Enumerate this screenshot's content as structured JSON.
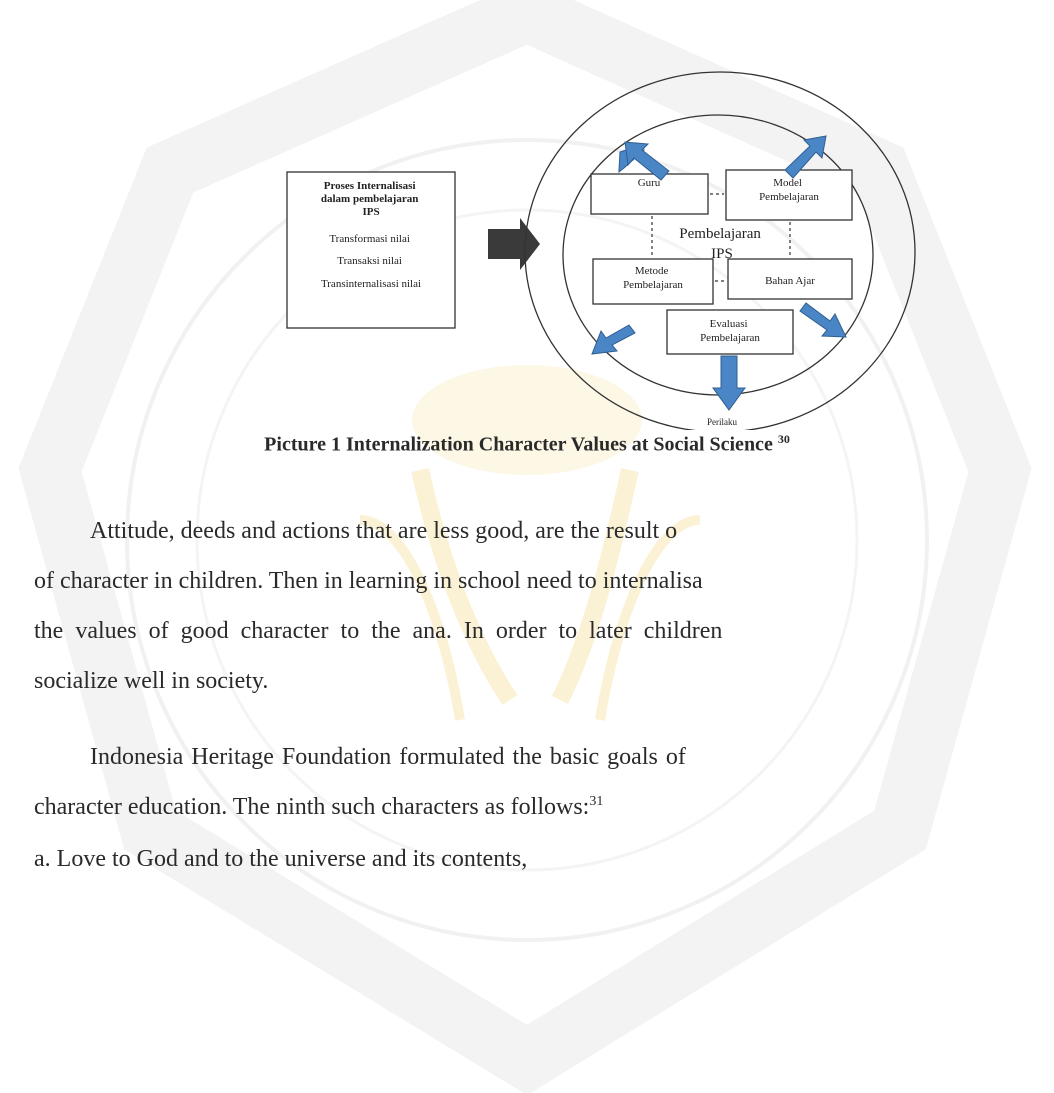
{
  "diagram": {
    "process_box": {
      "title": [
        "Proses Internalisasi",
        "dalam pembelajaran",
        "IPS"
      ],
      "items": [
        "Transformasi nilai",
        "Transaksi nilai",
        "Transinternalisasi nilai"
      ]
    },
    "center_label": [
      "Pembelajaran",
      "IPS"
    ],
    "components": {
      "guru": "Guru",
      "model": [
        "Model",
        "Pembelajaran"
      ],
      "metode": [
        "Metode",
        "Pembelajaran"
      ],
      "bahan": "Bahan Ajar",
      "evaluasi": [
        "Evaluasi",
        "Pembelajaran"
      ]
    },
    "output_label": "Perilaku",
    "arrow_color": "#4a86c5"
  },
  "caption": {
    "text": "Picture 1 Internalization Character Values at Social Science ",
    "footnote": "30"
  },
  "paragraph1": {
    "line1": "Attitude, deeds and actions that are less good, are the result o",
    "line2": "of character in children. Then in learning in school need to internalisa",
    "line3": "the values of good character to the ana. In order to later children",
    "line4": "socialize well in society."
  },
  "paragraph2": {
    "line1": "Indonesia Heritage Foundation formulated the basic goals of",
    "line2": "character education. The ninth such characters as follows:",
    "footnote": "31"
  },
  "list": {
    "item_a": "a.  Love to God and to the universe and its contents,"
  }
}
